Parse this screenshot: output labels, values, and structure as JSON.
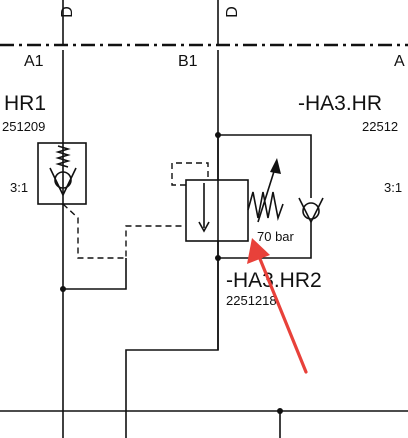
{
  "diagram": {
    "columns": [
      {
        "id": "A1",
        "label": "A1"
      },
      {
        "id": "B1",
        "label": "B1"
      },
      {
        "id": "A",
        "label": "A"
      }
    ],
    "top_cut_labels": [
      "D",
      "D"
    ],
    "components": [
      {
        "name": "HR1",
        "label": "HR1",
        "code": "251209",
        "ratio": "3:1"
      },
      {
        "name": "HA3-HR-right",
        "label": "-HA3.HR",
        "code": "22512",
        "ratio": "3:1"
      },
      {
        "name": "HA3-HR2",
        "label": "-HA3.HR2",
        "code": "2251218"
      }
    ],
    "relief_valve_setting": "70 bar",
    "colors": {
      "line": "#111111",
      "annotation_arrow": "#e8413a",
      "background": "#ffffff"
    }
  }
}
